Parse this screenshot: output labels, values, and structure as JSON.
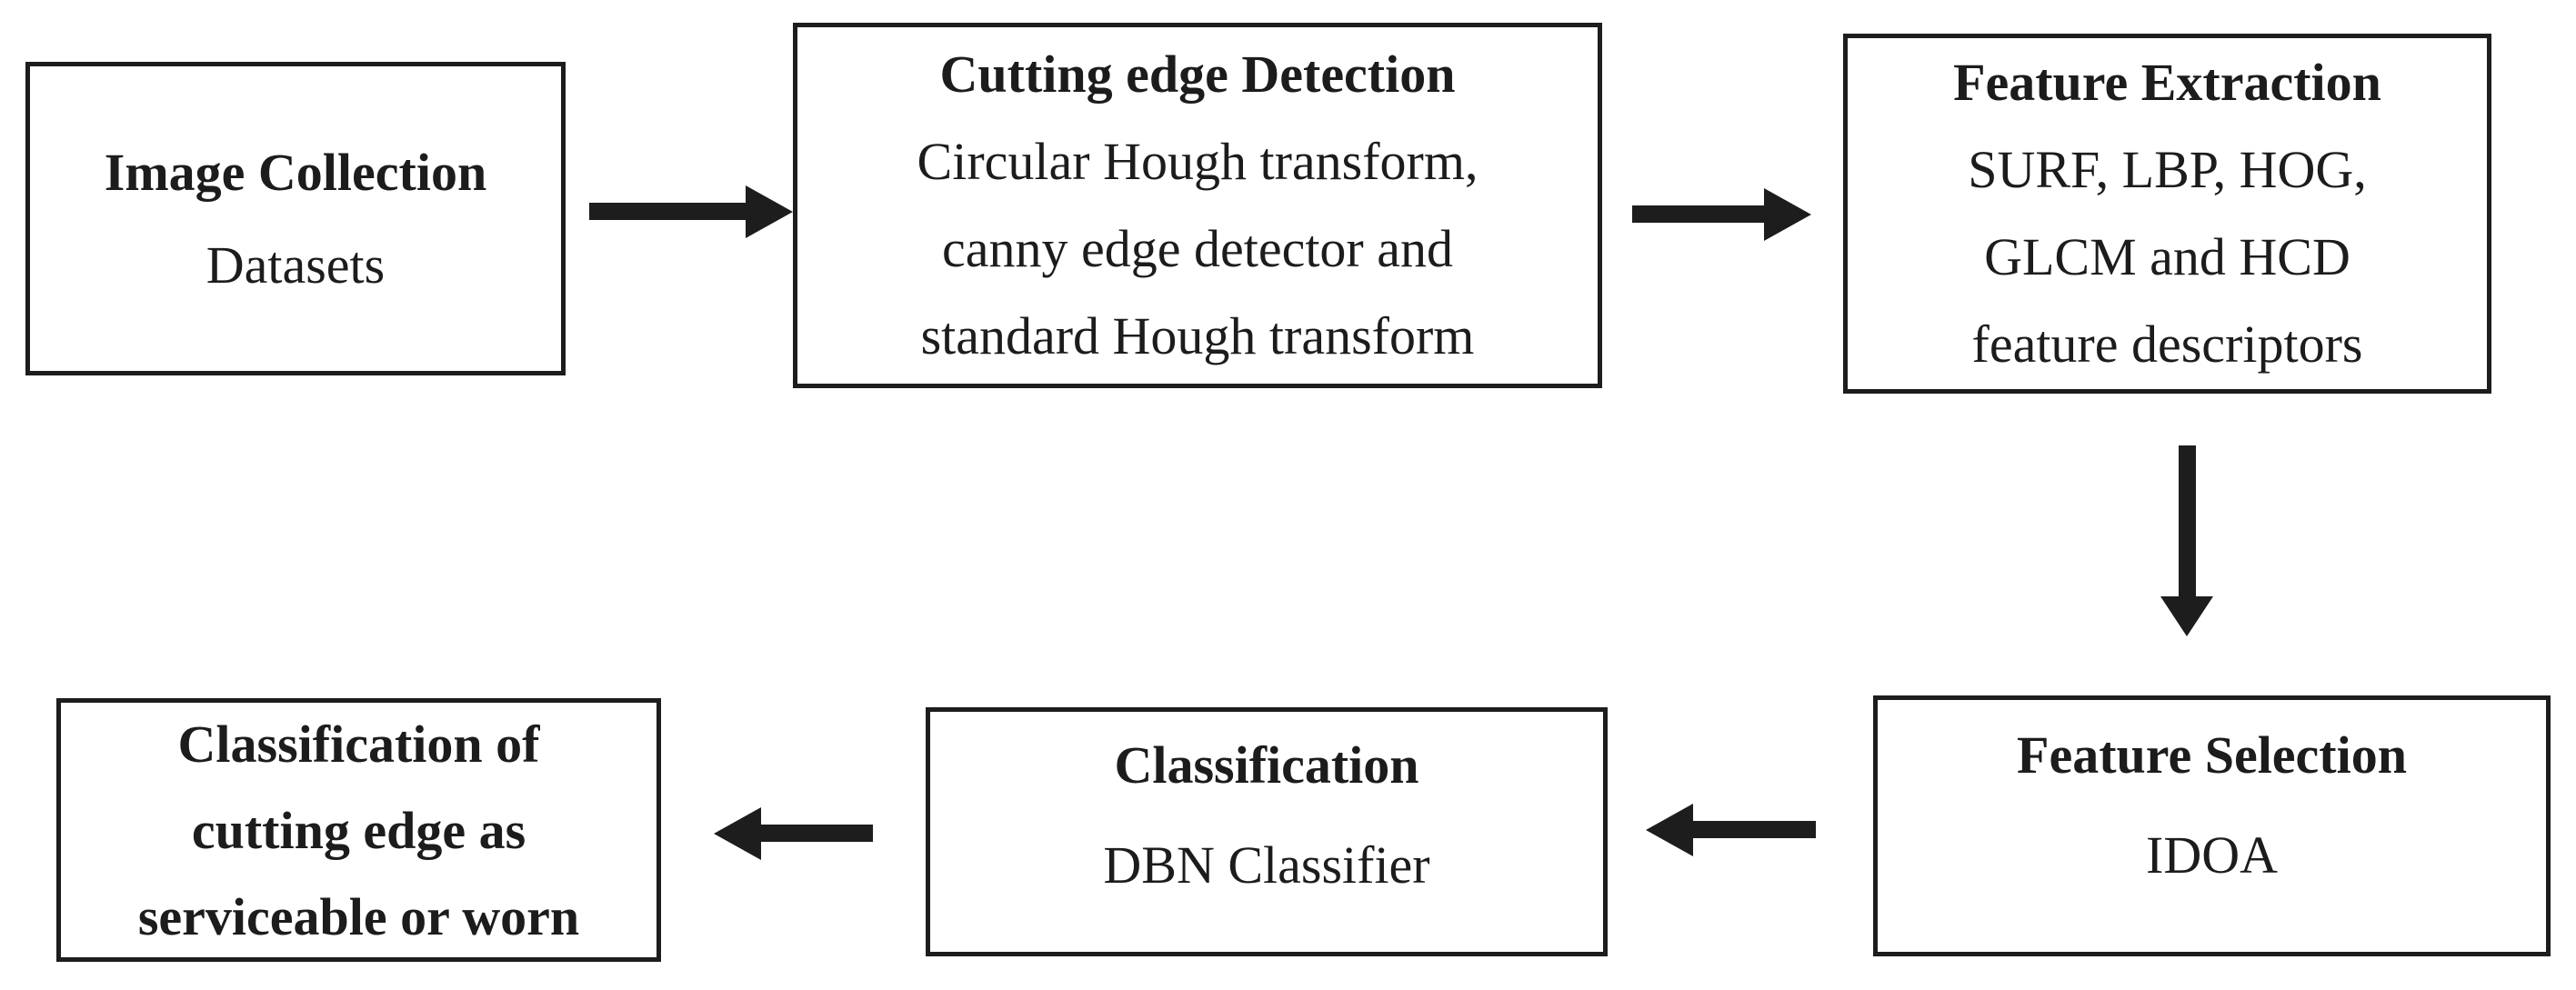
{
  "figure": {
    "type": "flowchart",
    "background_color": "#ffffff",
    "ink_color": "#1d1d1d"
  },
  "boxes": [
    {
      "id": "image-collection",
      "title": "Image Collection",
      "lines": [
        "Datasets"
      ]
    },
    {
      "id": "cutting-edge-detection",
      "title": "Cutting edge Detection",
      "lines": [
        "Circular Hough transform,",
        "canny edge detector and",
        "standard Hough transform"
      ]
    },
    {
      "id": "feature-extraction",
      "title": "Feature Extraction",
      "lines": [
        "SURF, LBP, HOG,",
        "GLCM and HCD",
        "feature descriptors"
      ]
    },
    {
      "id": "feature-selection",
      "title": "Feature Selection",
      "lines": [
        "IDOA"
      ]
    },
    {
      "id": "classification",
      "title": "Classification",
      "lines": [
        "DBN Classifier"
      ]
    },
    {
      "id": "final-classification",
      "title": "Classification of",
      "lines": [
        "cutting edge as",
        "serviceable or worn"
      ],
      "emphasis": "all-bold"
    }
  ],
  "arrows": [
    {
      "from": "image-collection",
      "to": "cutting-edge-detection",
      "direction": "right"
    },
    {
      "from": "cutting-edge-detection",
      "to": "feature-extraction",
      "direction": "right"
    },
    {
      "from": "feature-extraction",
      "to": "feature-selection",
      "direction": "down"
    },
    {
      "from": "feature-selection",
      "to": "classification",
      "direction": "left"
    },
    {
      "from": "classification",
      "to": "final-classification",
      "direction": "left"
    }
  ]
}
